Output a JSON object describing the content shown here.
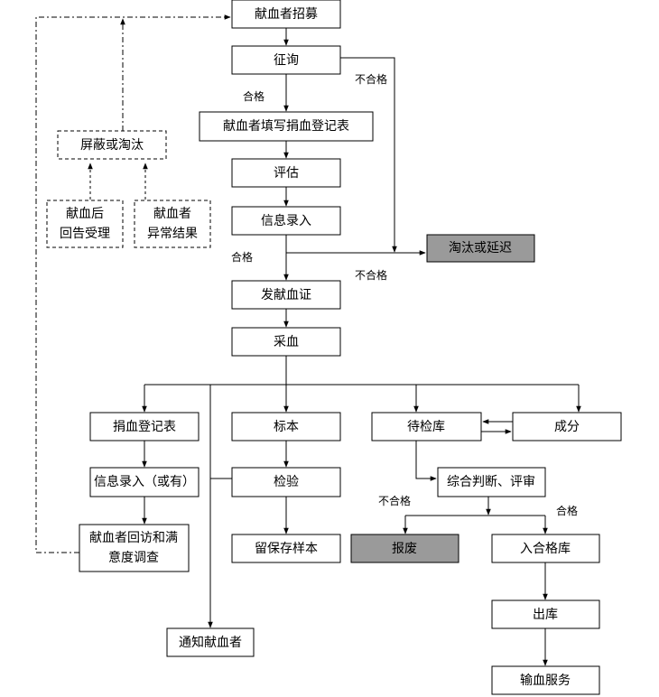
{
  "nodes": {
    "recruit": "献血者招募",
    "inquiry": "征询",
    "register_form": "献血者填写捐血登记表",
    "evaluate": "评估",
    "info_entry": "信息录入",
    "eliminate_delay": "淘汰或延迟",
    "issue_cert": "发献血证",
    "collect": "采血",
    "donation_form": "捐血登记表",
    "specimen": "标本",
    "pending_store": "待检库",
    "component": "成分",
    "info_entry_opt": "信息录入（或有）",
    "test": "检验",
    "review": "综合判断、评审",
    "revisit_line1": "献血者回访和满",
    "revisit_line2": "意度调查",
    "retain_sample": "留保存样本",
    "scrap": "报废",
    "qualified_store": "入合格库",
    "out_store": "出库",
    "notify": "通知献血者",
    "transfusion": "输血服务",
    "block_eliminate": "屏蔽或淘汰",
    "post_report_line1": "献血后",
    "post_report_line2": "回告受理",
    "abnormal_line1": "献血者",
    "abnormal_line2": "异常结果"
  },
  "edge_labels": {
    "pass1": "合格",
    "fail1": "不合格",
    "pass2": "合格",
    "fail2": "不合格",
    "fail3": "不合格",
    "pass3": "合格"
  }
}
